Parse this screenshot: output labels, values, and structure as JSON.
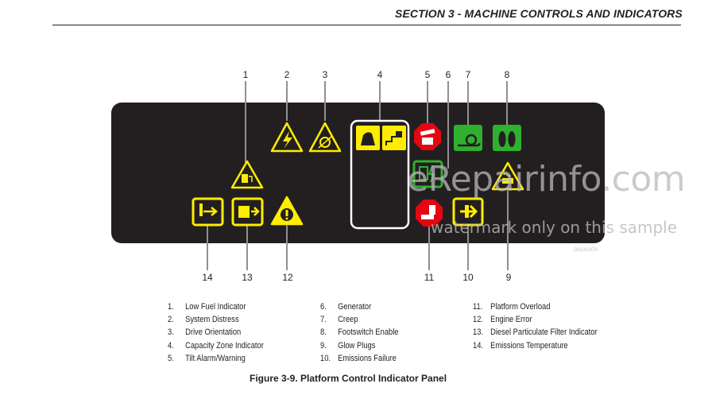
{
  "header": {
    "section_title": "SECTION 3 - MACHINE CONTROLS AND INDICATORS"
  },
  "figure": {
    "caption": "Figure 3-9. Platform Control Indicator Panel",
    "code": "OAC02470",
    "callouts": [
      "1",
      "2",
      "3",
      "4",
      "5",
      "6",
      "7",
      "8",
      "9",
      "10",
      "11",
      "12",
      "13",
      "14"
    ]
  },
  "legend": {
    "col1": [
      {
        "num": "1.",
        "label": "Low Fuel Indicator"
      },
      {
        "num": "2.",
        "label": "System Distress"
      },
      {
        "num": "3.",
        "label": "Drive Orientation"
      },
      {
        "num": "4.",
        "label": "Capacity Zone Indicator"
      },
      {
        "num": "5.",
        "label": "Tilt Alarm/Warning"
      }
    ],
    "col2": [
      {
        "num": "6.",
        "label": "Generator"
      },
      {
        "num": "7.",
        "label": "Creep"
      },
      {
        "num": "8.",
        "label": "Footswitch Enable"
      },
      {
        "num": "9.",
        "label": "Glow Plugs"
      },
      {
        "num": "10.",
        "label": "Emissions Failure"
      }
    ],
    "col3": [
      {
        "num": "11.",
        "label": "Platform Overload"
      },
      {
        "num": "12.",
        "label": "Engine Error"
      },
      {
        "num": "13.",
        "label": "Diesel Particulate Filter Indicator"
      },
      {
        "num": "14.",
        "label": "Emissions Temperature"
      }
    ]
  },
  "watermark": {
    "site": "eRepairinfo.com",
    "note": "watermark only on this sample"
  },
  "colors": {
    "panel": "#231f20",
    "yellow": "#ffed00",
    "red": "#e30613",
    "green": "#2fb12f"
  }
}
